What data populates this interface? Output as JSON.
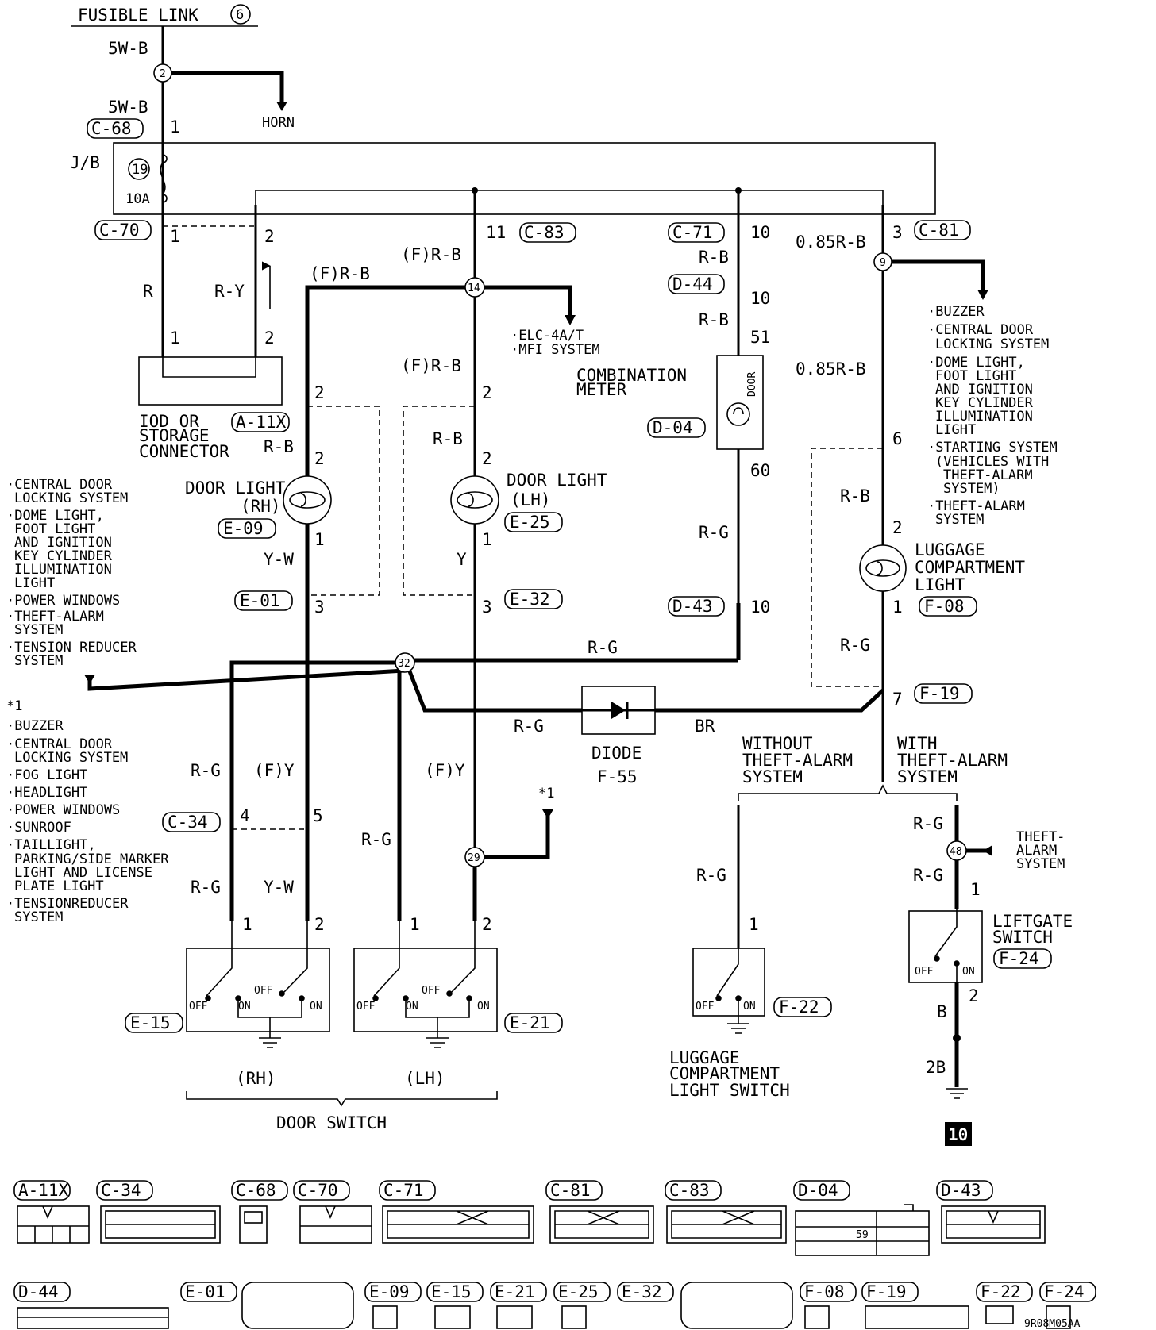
{
  "title": "FUSIBLE LINK",
  "title_num": "6",
  "wires": {
    "w5wb": "5W-B",
    "r": "R",
    "ry": "R-Y",
    "frb": "(F)R-B",
    "rb": "R-B",
    "y": "Y",
    "yw": "Y-W",
    "rg": "R-G",
    "fy": "(F)Y",
    "br": "BR",
    "b": "B",
    "r085": "0.85R-B"
  },
  "junction": {
    "label": "J/B",
    "fuse_no": "19",
    "fuse_rating": "10A"
  },
  "connectors": {
    "c68": "C-68",
    "c70": "C-70",
    "c83": "C-83",
    "c71": "C-71",
    "c81": "C-81",
    "d44": "D-44",
    "d04": "D-04",
    "d43": "D-43",
    "a11x": "A-11X",
    "e09": "E-09",
    "e25": "E-25",
    "e01": "E-01",
    "e32": "E-32",
    "f08": "F-08",
    "f19": "F-19",
    "c34": "C-34",
    "e15": "E-15",
    "e21": "E-21",
    "f22": "F-22",
    "f24": "F-24"
  },
  "pins": {
    "p1": "1",
    "p2": "2",
    "p3": "3",
    "p4": "4",
    "p5": "5",
    "p6": "6",
    "p7": "7",
    "p10": "10",
    "p11": "11",
    "p51": "51",
    "p60": "60"
  },
  "splices": {
    "s2": "2",
    "s14": "14",
    "s9": "9",
    "s32": "32",
    "s29": "29",
    "s48": "48"
  },
  "ground_label": "2B",
  "ground_ref": "10",
  "components": {
    "horn": "HORN",
    "iod_l1": "IOD OR",
    "iod_l2": "STORAGE",
    "iod_l3": "CONNECTOR",
    "door_light": "DOOR LIGHT",
    "rh": "(RH)",
    "lh": "(LH)",
    "comb_l1": "COMBINATION",
    "comb_l2": "METER",
    "door_tag": "DOOR",
    "lug_l1": "LUGGAGE",
    "lug_l2": "COMPARTMENT",
    "lug_l3": "LIGHT",
    "diode": "DIODE",
    "diode_ref": "F-55",
    "door_switch": "DOOR SWITCH",
    "lugsw_l1": "LUGGAGE",
    "lugsw_l2": "COMPARTMENT",
    "lugsw_l3": "LIGHT SWITCH",
    "lift_l1": "LIFTGATE",
    "lift_l2": "SWITCH",
    "wo_l1": "WITHOUT",
    "wo_l2": "THEFT-ALARM",
    "wo_l3": "SYSTEM",
    "wi_l1": "WITH",
    "wi_l2": "THEFT-ALARM",
    "wi_l3": "SYSTEM",
    "ta_l1": "THEFT-",
    "ta_l2": "ALARM",
    "ta_l3": "SYSTEM",
    "off": "OFF",
    "on": "ON"
  },
  "notes": {
    "elc": [
      "·ELC-4A/T",
      "·MFI SYSTEM"
    ],
    "right": [
      "·BUZZER",
      "·CENTRAL DOOR",
      "LOCKING SYSTEM",
      "·DOME LIGHT,",
      "FOOT LIGHT",
      "AND IGNITION",
      "KEY CYLINDER",
      "ILLUMINATION",
      "LIGHT",
      "·STARTING SYSTEM",
      "(VEHICLES WITH",
      "THEFT-ALARM",
      "SYSTEM)",
      "·THEFT-ALARM",
      "SYSTEM"
    ],
    "left": [
      "·CENTRAL DOOR",
      "LOCKING SYSTEM",
      "·DOME LIGHT,",
      "FOOT LIGHT",
      "AND IGNITION",
      "KEY CYLINDER",
      "ILLUMINATION",
      "LIGHT",
      "·POWER WINDOWS",
      "·THEFT-ALARM",
      "SYSTEM",
      "·TENSION REDUCER",
      "SYSTEM"
    ],
    "star_title": "*1",
    "star_list": [
      "·BUZZER",
      "·CENTRAL DOOR",
      "LOCKING SYSTEM",
      "·FOG LIGHT",
      "·HEADLIGHT",
      "·POWER WINDOWS",
      "·SUNROOF",
      "·TAILLIGHT,",
      "PARKING/SIDE MARKER",
      "LIGHT AND LICENSE",
      "PLATE LIGHT",
      "·TENSIONREDUCER",
      "SYSTEM"
    ],
    "star_ref": "*1"
  },
  "legend": {
    "r1": [
      "A-11X",
      "C-34",
      "C-68",
      "C-70",
      "C-71",
      "C-81",
      "C-83",
      "D-04",
      "D-43"
    ],
    "r2": [
      "D-44",
      "E-01",
      "E-09",
      "E-15",
      "E-21",
      "E-25",
      "E-32",
      "F-08",
      "F-19",
      "F-22",
      "F-24"
    ],
    "d04_mid": "59"
  },
  "doc_code": "9R08M05AA"
}
